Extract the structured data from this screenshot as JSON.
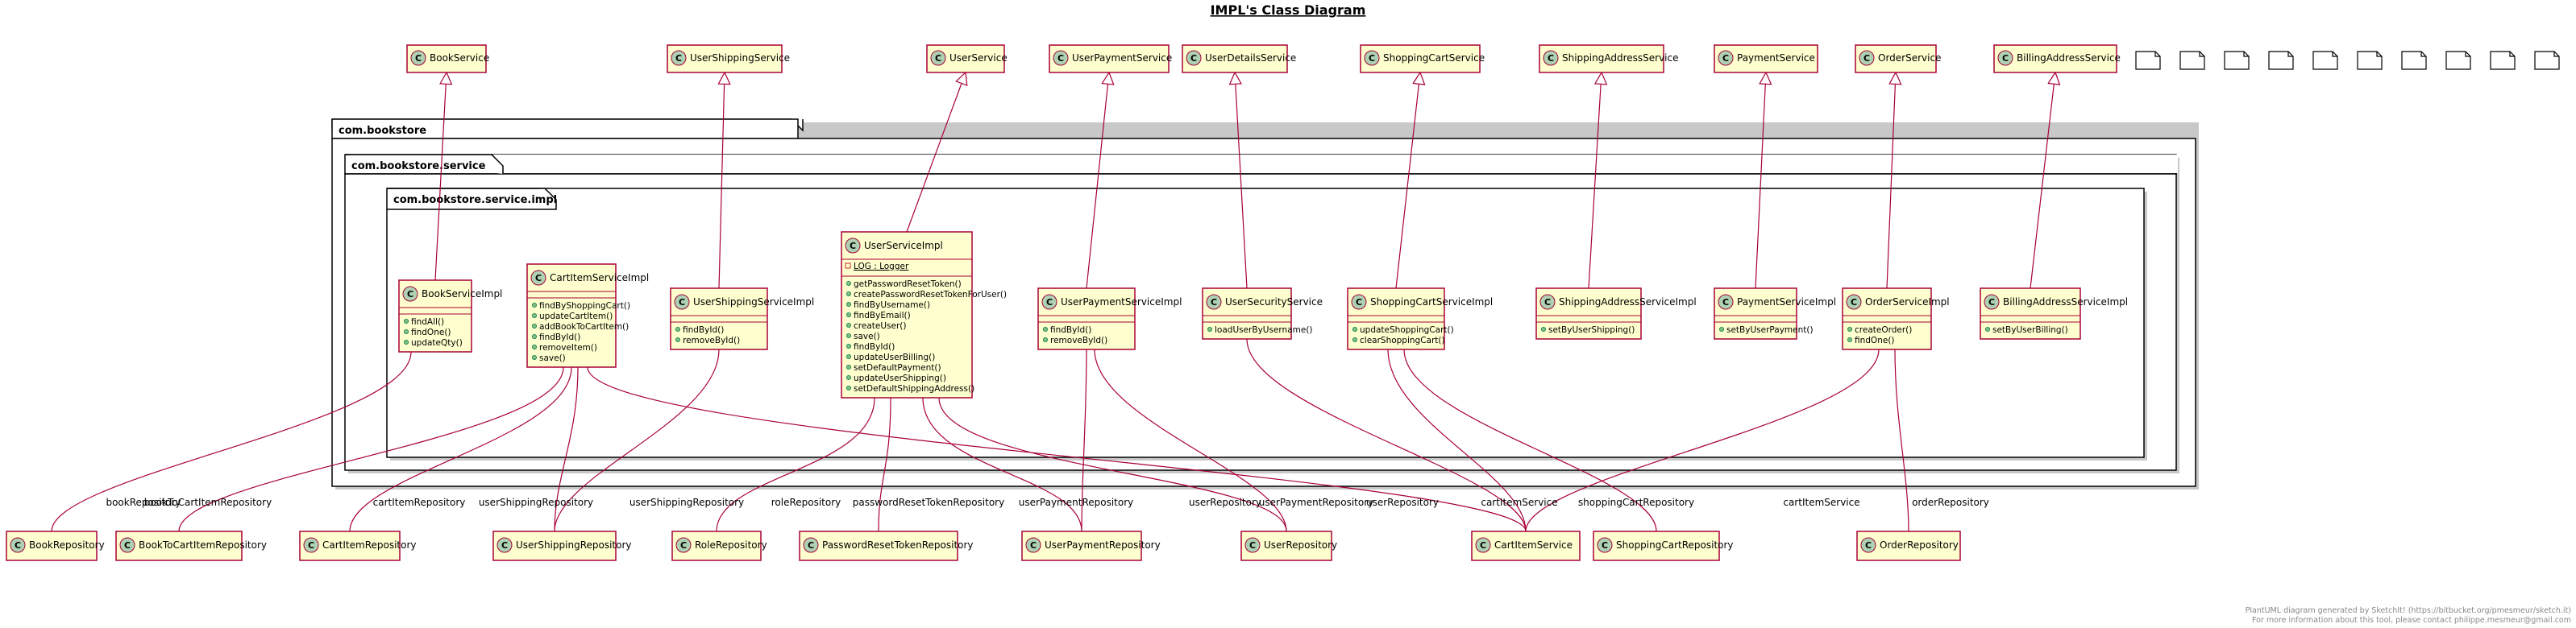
{
  "title": "IMPL's Class Diagram",
  "footer": [
    "PlantUML diagram generated by SketchIt! (https://bitbucket.org/pmesmeur/sketch.it)",
    "For more information about this tool, please contact philippe.mesmeur@gmail.com"
  ],
  "packages": {
    "outer": "com.bookstore",
    "middle": "com.bookstore.service",
    "inner": "com.bookstore.service.impl"
  },
  "interfaces": [
    "BookService",
    "UserShippingService",
    "UserService",
    "UserPaymentService",
    "UserDetailsService",
    "ShoppingCartService",
    "ShippingAddressService",
    "PaymentService",
    "OrderService",
    "BillingAddressService"
  ],
  "impls": [
    {
      "name": "BookServiceImpl",
      "fields": [],
      "methods": [
        "findAll()",
        "findOne()",
        "updateQty()"
      ]
    },
    {
      "name": "CartItemServiceImpl",
      "fields": [],
      "methods": [
        "findByShoppingCart()",
        "updateCartItem()",
        "addBookToCartItem()",
        "findById()",
        "removeItem()",
        "save()"
      ]
    },
    {
      "name": "UserShippingServiceImpl",
      "fields": [],
      "methods": [
        "findById()",
        "removeById()"
      ]
    },
    {
      "name": "UserServiceImpl",
      "fields": [
        "LOG : Logger"
      ],
      "methods": [
        "getPasswordResetToken()",
        "createPasswordResetTokenForUser()",
        "findByUsername()",
        "findByEmail()",
        "createUser()",
        "save()",
        "findById()",
        "updateUserBilling()",
        "setDefaultPayment()",
        "updateUserShipping()",
        "setDefaultShippingAddress()"
      ]
    },
    {
      "name": "UserPaymentServiceImpl",
      "fields": [],
      "methods": [
        "findById()",
        "removeById()"
      ]
    },
    {
      "name": "UserSecurityService",
      "fields": [],
      "methods": [
        "loadUserByUsername()"
      ]
    },
    {
      "name": "ShoppingCartServiceImpl",
      "fields": [],
      "methods": [
        "updateShoppingCart()",
        "clearShoppingCart()"
      ]
    },
    {
      "name": "ShippingAddressServiceImpl",
      "fields": [],
      "methods": [
        "setByUserShipping()"
      ]
    },
    {
      "name": "PaymentServiceImpl",
      "fields": [],
      "methods": [
        "setByUserPayment()"
      ]
    },
    {
      "name": "OrderServiceImpl",
      "fields": [],
      "methods": [
        "createOrder()",
        "findOne()"
      ]
    },
    {
      "name": "BillingAddressServiceImpl",
      "fields": [],
      "methods": [
        "setByUserBilling()"
      ]
    }
  ],
  "repositories": [
    "BookRepository",
    "BookToCartItemRepository",
    "CartItemRepository",
    "UserShippingRepository",
    "RoleRepository",
    "PasswordResetTokenRepository",
    "UserPaymentRepository",
    "UserRepository",
    "CartItemService",
    "ShoppingCartRepository",
    "OrderRepository"
  ],
  "labels": [
    "bookRepository",
    "bookToCartItemRepository",
    "cartItemRepository",
    "userShippingRepository",
    "userShippingRepository",
    "roleRepository",
    "passwordResetTokenRepository",
    "userPaymentRepository",
    "userRepository",
    "userPaymentRepository",
    "userRepository",
    "cartItemService",
    "shoppingCartRepository",
    "cartItemService",
    "orderRepository"
  ],
  "colors": {
    "class_fill": "#FEFECE",
    "border": "#A80036",
    "badge": "#ADD1B2"
  }
}
